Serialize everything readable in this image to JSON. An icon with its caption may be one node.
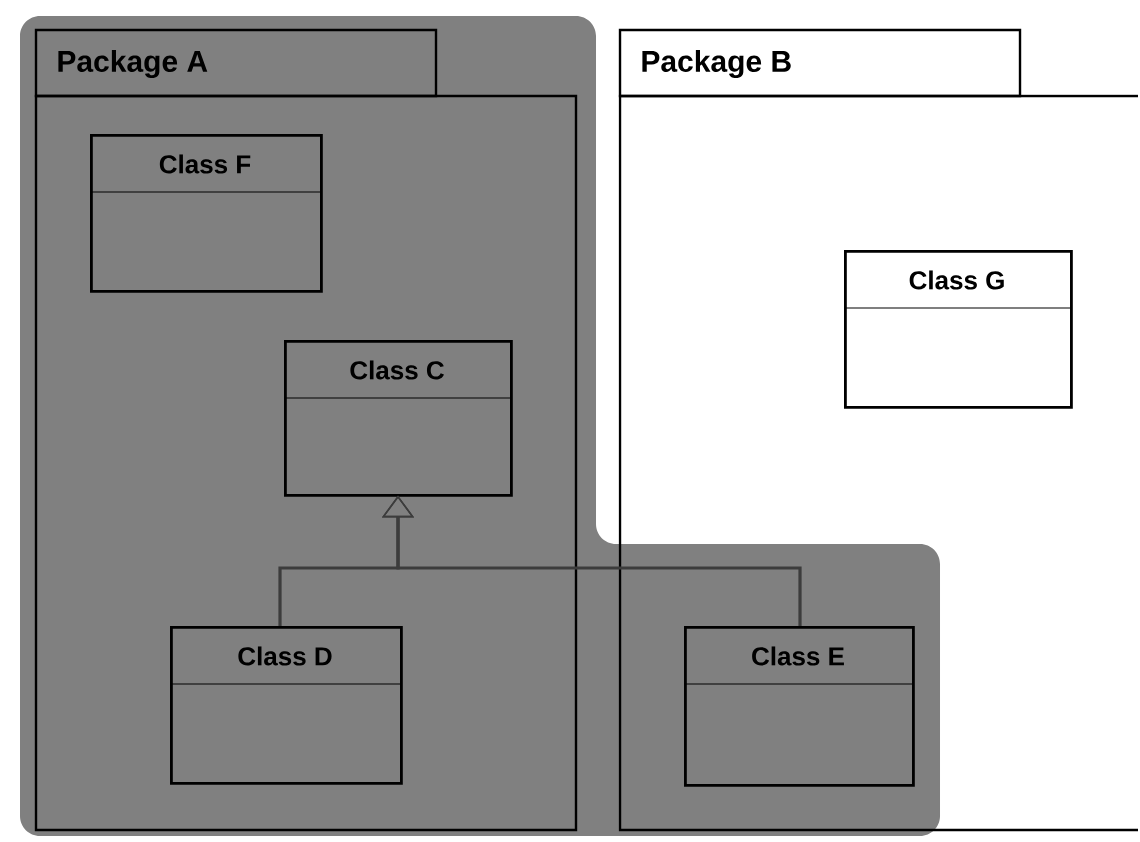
{
  "diagram": {
    "nodes": [
      {
        "text": [
          "Package A"
        ]
      },
      {
        "text": [
          "Class F"
        ],
        "in": 0
      },
      {
        "text": [
          "Class C"
        ],
        "in": 0
      },
      {
        "text": [
          "Class D"
        ],
        "in": 0
      },
      {
        "text": [
          "Package B"
        ]
      },
      {
        "text": [
          "Class G"
        ],
        "in": 4
      },
      {
        "text": [
          "Class E"
        ],
        "in": 4
      }
    ],
    "edges": [
      {
        "from": 3,
        "to": 2,
        "arrow": "to"
      },
      {
        "from": 6,
        "to": 2,
        "arrow": "to"
      }
    ]
  }
}
